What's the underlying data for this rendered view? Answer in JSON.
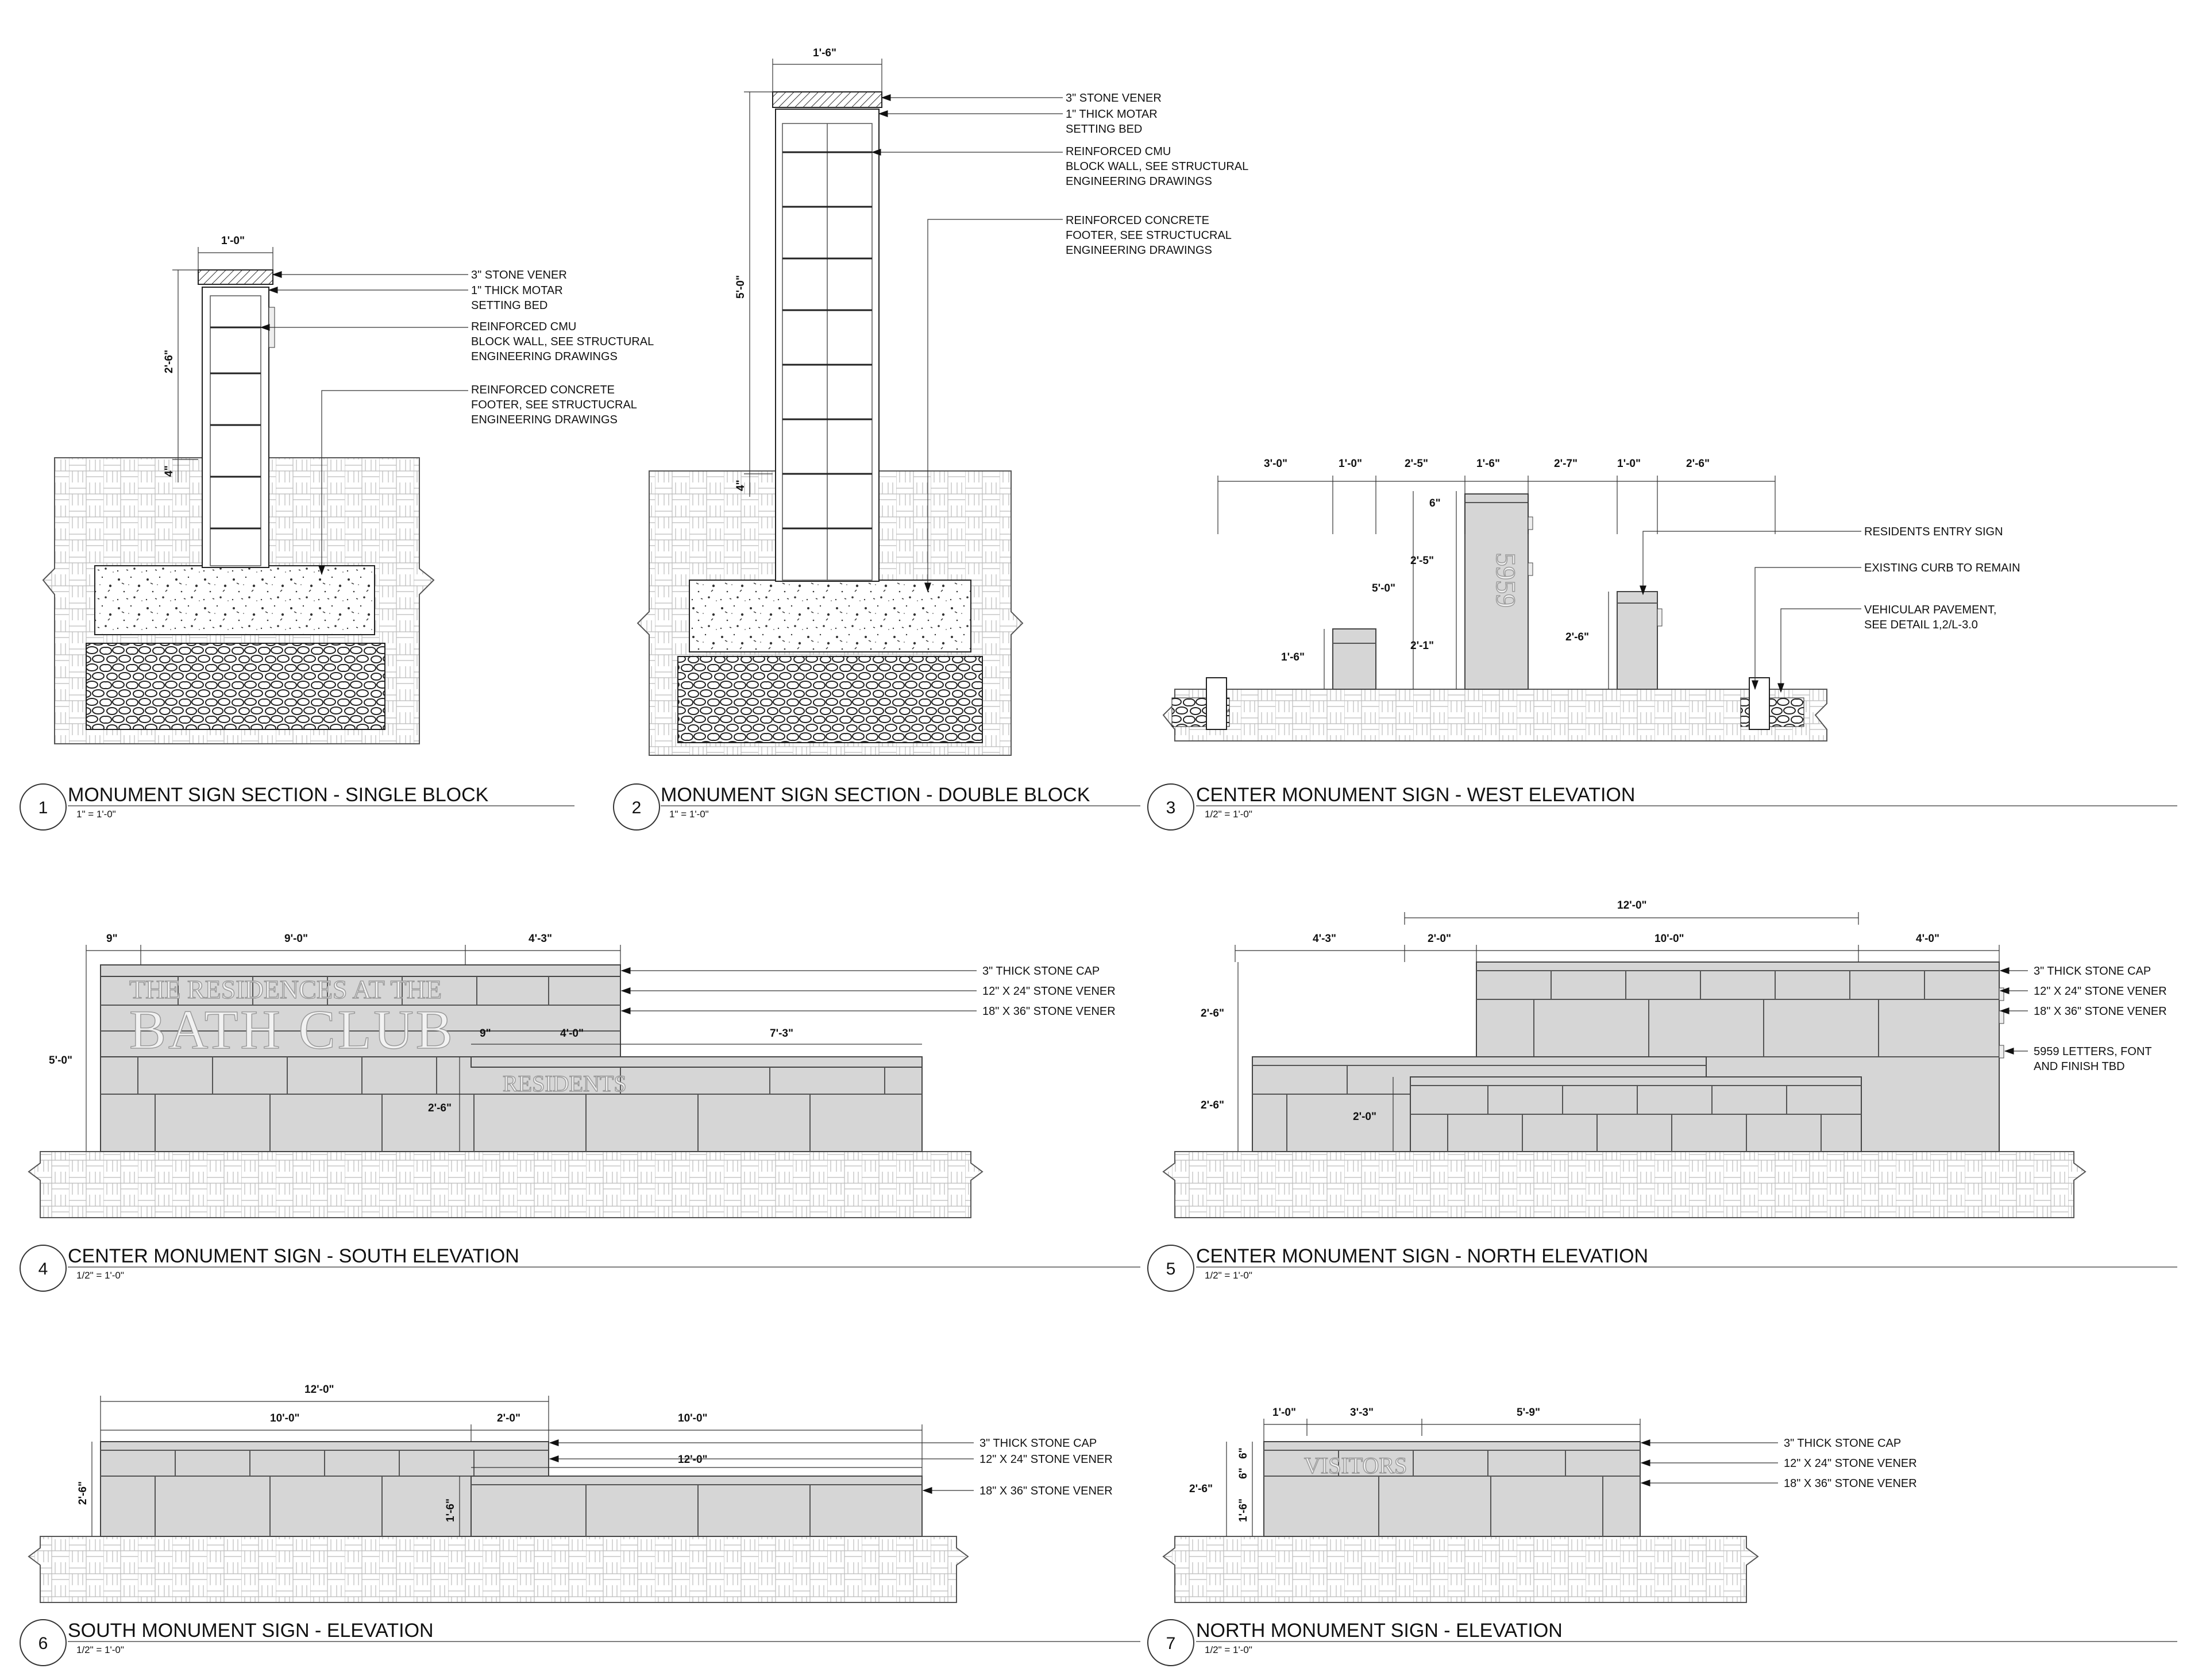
{
  "details": [
    {
      "num": "1",
      "title": "MONUMENT SIGN SECTION - SINGLE BLOCK",
      "scale": "1\" = 1'-0\""
    },
    {
      "num": "2",
      "title": "MONUMENT SIGN SECTION - DOUBLE BLOCK",
      "scale": "1\" = 1'-0\""
    },
    {
      "num": "3",
      "title": "CENTER MONUMENT SIGN - WEST ELEVATION",
      "scale": "1/2\" = 1'-0\""
    },
    {
      "num": "4",
      "title": "CENTER MONUMENT SIGN - SOUTH ELEVATION",
      "scale": "1/2\" = 1'-0\""
    },
    {
      "num": "5",
      "title": "CENTER MONUMENT SIGN - NORTH ELEVATION",
      "scale": "1/2\" = 1'-0\""
    },
    {
      "num": "6",
      "title": "SOUTH MONUMENT SIGN - ELEVATION",
      "scale": "1/2\" = 1'-0\""
    },
    {
      "num": "7",
      "title": "NORTH MONUMENT SIGN - ELEVATION",
      "scale": "1/2\" = 1'-0\""
    }
  ],
  "d1": {
    "dims": [
      "1'-0\"",
      "2'-6\"",
      "4\""
    ],
    "notes": [
      "3\" STONE VENER",
      "1\" THICK MOTAR",
      "SETTING BED",
      "REINFORCED CMU",
      "BLOCK WALL, SEE STRUCTURAL",
      "ENGINEERING DRAWINGS",
      "REINFORCED CONCRETE",
      "FOOTER, SEE STRUCTUCRAL",
      "ENGINEERING DRAWINGS"
    ]
  },
  "d2": {
    "dims": [
      "1'-6\"",
      "5'-0\"",
      "4\""
    ],
    "notes": [
      "3\" STONE VENER",
      "1\" THICK MOTAR",
      "SETTING BED",
      "REINFORCED CMU",
      "BLOCK WALL, SEE STRUCTURAL",
      "ENGINEERING DRAWINGS",
      "REINFORCED CONCRETE",
      "FOOTER, SEE STRUCTUCRAL",
      "ENGINEERING DRAWINGS"
    ]
  },
  "d3": {
    "dims": [
      "3'-0\"",
      "1'-0\"",
      "2'-5\"",
      "1'-6\"",
      "2'-7\"",
      "1'-0\"",
      "2'-6\"",
      "6\"",
      "2'-5\"",
      "5'-0\"",
      "2'-1\"",
      "1'-6\"",
      "2'-6\""
    ],
    "numerals": "5959",
    "notes": [
      "RESIDENTS ENTRY SIGN",
      "EXISTING CURB TO REMAIN",
      "VEHICULAR PAVEMENT,",
      "SEE DETAIL 1,2/L-3.0"
    ]
  },
  "d4": {
    "dims": [
      "9\"",
      "9'-0\"",
      "4'-3\"",
      "5'-0\"",
      "9\"",
      "4'-0\"",
      "7'-3\"",
      "2'-6\""
    ],
    "sign_line1": "THE RESIDENCES AT THE",
    "sign_line2": "BATH CLUB",
    "sign_line3": "RESIDENTS",
    "notes": [
      "3\" THICK STONE CAP",
      "12\" X 24\" STONE VENER",
      "18\" X 36\" STONE VENER"
    ]
  },
  "d5": {
    "dims": [
      "12'-0\"",
      "4'-3\"",
      "2'-0\"",
      "10'-0\"",
      "4'-0\"",
      "2'-6\"",
      "2'-6\"",
      "2'-0\""
    ],
    "notes": [
      "3\" THICK STONE CAP",
      "12\" X 24\" STONE VENER",
      "18\" X 36\" STONE VENER",
      "5959 LETTERS, FONT",
      "AND FINISH TBD"
    ]
  },
  "d6": {
    "dims": [
      "12'-0\"",
      "10'-0\"",
      "2'-0\"",
      "10'-0\"",
      "12'-0\"",
      "2'-6\"",
      "1'-6\""
    ],
    "notes": [
      "3\" THICK STONE CAP",
      "12\" X 24\" STONE VENER",
      "18\" X 36\" STONE VENER"
    ]
  },
  "d7": {
    "dims": [
      "1'-0\"",
      "3'-3\"",
      "5'-9\"",
      "6\"",
      "6\"",
      "2'-6\"",
      "1'-6\""
    ],
    "sign_text": "VISITORS",
    "notes": [
      "3\" THICK STONE CAP",
      "12\" X 24\" STONE VENER",
      "18\" X 36\" STONE VENER"
    ]
  }
}
